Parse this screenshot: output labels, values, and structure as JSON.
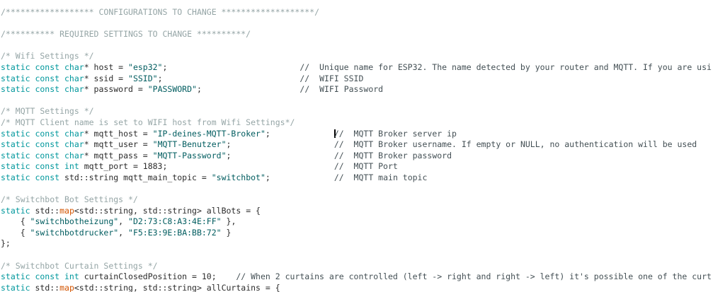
{
  "editor": {
    "background": "#ffffff",
    "colors": {
      "pl": "#2b2b2b",
      "kw": "#00979c",
      "fn": "#d35400",
      "str": "#005c5f",
      "c1": "#95a5a6",
      "c2": "#434f54",
      "cursor": "#000000"
    },
    "lines": [
      {
        "segments": [
          {
            "s": "c1",
            "t": "/****************** CONFIGURATIONS TO CHANGE *******************/"
          }
        ]
      },
      {
        "segments": []
      },
      {
        "segments": [
          {
            "s": "c1",
            "t": "/********** REQUIRED SETTINGS TO CHANGE **********/"
          }
        ]
      },
      {
        "segments": []
      },
      {
        "segments": [
          {
            "s": "c1",
            "t": "/* Wifi Settings */"
          }
        ]
      },
      {
        "segments": [
          {
            "s": "kw",
            "t": "static const char"
          },
          {
            "s": "pl",
            "t": "* host = "
          },
          {
            "s": "str",
            "t": "\"esp32\""
          },
          {
            "s": "pl",
            "t": ";"
          },
          {
            "s": "pl",
            "p": 27
          },
          {
            "s": "c2",
            "t": "//  Unique name for ESP32. The name detected by your router and MQTT. If you are usi"
          }
        ]
      },
      {
        "segments": [
          {
            "s": "kw",
            "t": "static const char"
          },
          {
            "s": "pl",
            "t": "* ssid = "
          },
          {
            "s": "str",
            "t": "\"SSID\""
          },
          {
            "s": "pl",
            "t": ";"
          },
          {
            "s": "pl",
            "p": 28
          },
          {
            "s": "c2",
            "t": "//  WIFI SSID"
          }
        ]
      },
      {
        "segments": [
          {
            "s": "kw",
            "t": "static const char"
          },
          {
            "s": "pl",
            "t": "* password = "
          },
          {
            "s": "str",
            "t": "\"PASSWORD\""
          },
          {
            "s": "pl",
            "t": ";"
          },
          {
            "s": "pl",
            "p": 20
          },
          {
            "s": "c2",
            "t": "//  WIFI Password"
          }
        ]
      },
      {
        "segments": []
      },
      {
        "segments": [
          {
            "s": "c1",
            "t": "/* MQTT Settings */"
          }
        ]
      },
      {
        "segments": [
          {
            "s": "c1",
            "t": "/* MQTT Client name is set to WIFI host from Wifi Settings*/"
          }
        ]
      },
      {
        "segments": [
          {
            "s": "kw",
            "t": "static const char"
          },
          {
            "s": "pl",
            "t": "* mqtt_host = "
          },
          {
            "s": "str",
            "t": "\"IP-deines-MQTT-Broker\""
          },
          {
            "s": "pl",
            "t": ";"
          },
          {
            "s": "pl",
            "p": 13
          },
          {
            "s": "cursor"
          },
          {
            "s": "c2",
            "t": "//  MQTT Broker server ip"
          }
        ]
      },
      {
        "segments": [
          {
            "s": "kw",
            "t": "static const char"
          },
          {
            "s": "pl",
            "t": "* mqtt_user = "
          },
          {
            "s": "str",
            "t": "\"MQTT-Benutzer\""
          },
          {
            "s": "pl",
            "t": ";"
          },
          {
            "s": "pl",
            "p": 21
          },
          {
            "s": "c2",
            "t": "//  MQTT Broker username. If empty or NULL, no authentication will be used"
          }
        ]
      },
      {
        "segments": [
          {
            "s": "kw",
            "t": "static const char"
          },
          {
            "s": "pl",
            "t": "* mqtt_pass = "
          },
          {
            "s": "str",
            "t": "\"MQTT-Password\""
          },
          {
            "s": "pl",
            "t": ";"
          },
          {
            "s": "pl",
            "p": 21
          },
          {
            "s": "c2",
            "t": "//  MQTT Broker password"
          }
        ]
      },
      {
        "segments": [
          {
            "s": "kw",
            "t": "static const int"
          },
          {
            "s": "pl",
            "t": " mqtt_port = 1883;"
          },
          {
            "s": "pl",
            "p": 34
          },
          {
            "s": "c2",
            "t": "//  MQTT Port"
          }
        ]
      },
      {
        "segments": [
          {
            "s": "kw",
            "t": "static const"
          },
          {
            "s": "pl",
            "t": " std::string mqtt_main_topic = "
          },
          {
            "s": "str",
            "t": "\"switchbot\""
          },
          {
            "s": "pl",
            "t": ";"
          },
          {
            "s": "pl",
            "p": 13
          },
          {
            "s": "c2",
            "t": "//  MQTT main topic"
          }
        ]
      },
      {
        "segments": []
      },
      {
        "segments": [
          {
            "s": "c1",
            "t": "/* Switchbot Bot Settings */"
          }
        ]
      },
      {
        "segments": [
          {
            "s": "kw",
            "t": "static"
          },
          {
            "s": "pl",
            "t": " std::"
          },
          {
            "s": "fn",
            "t": "map"
          },
          {
            "s": "pl",
            "t": "<std::string, std::string> allBots = {"
          }
        ]
      },
      {
        "segments": [
          {
            "s": "pl",
            "t": "    { "
          },
          {
            "s": "str",
            "t": "\"switchbotheizung\""
          },
          {
            "s": "pl",
            "t": ", "
          },
          {
            "s": "str",
            "t": "\"D2:73:C8:A3:4E:FF\""
          },
          {
            "s": "pl",
            "t": " },"
          }
        ]
      },
      {
        "segments": [
          {
            "s": "pl",
            "t": "    { "
          },
          {
            "s": "str",
            "t": "\"switchbotdrucker\""
          },
          {
            "s": "pl",
            "t": ", "
          },
          {
            "s": "str",
            "t": "\"F5:E3:9E:BA:BB:72\""
          },
          {
            "s": "pl",
            "t": " }"
          }
        ]
      },
      {
        "segments": [
          {
            "s": "pl",
            "t": "};"
          }
        ]
      },
      {
        "segments": []
      },
      {
        "segments": [
          {
            "s": "c1",
            "t": "/* Switchbot Curtain Settings */"
          }
        ]
      },
      {
        "segments": [
          {
            "s": "kw",
            "t": "static const int"
          },
          {
            "s": "pl",
            "t": " curtainClosedPosition = 10;"
          },
          {
            "s": "pl",
            "p": 4
          },
          {
            "s": "c2",
            "t": "// When 2 curtains are controlled (left -> right and right -> left) it's possible one of the curt"
          }
        ]
      },
      {
        "segments": [
          {
            "s": "kw",
            "t": "static"
          },
          {
            "s": "pl",
            "t": " std::"
          },
          {
            "s": "fn",
            "t": "map"
          },
          {
            "s": "pl",
            "t": "<std::string, std::string> allCurtains = {"
          }
        ]
      }
    ]
  }
}
